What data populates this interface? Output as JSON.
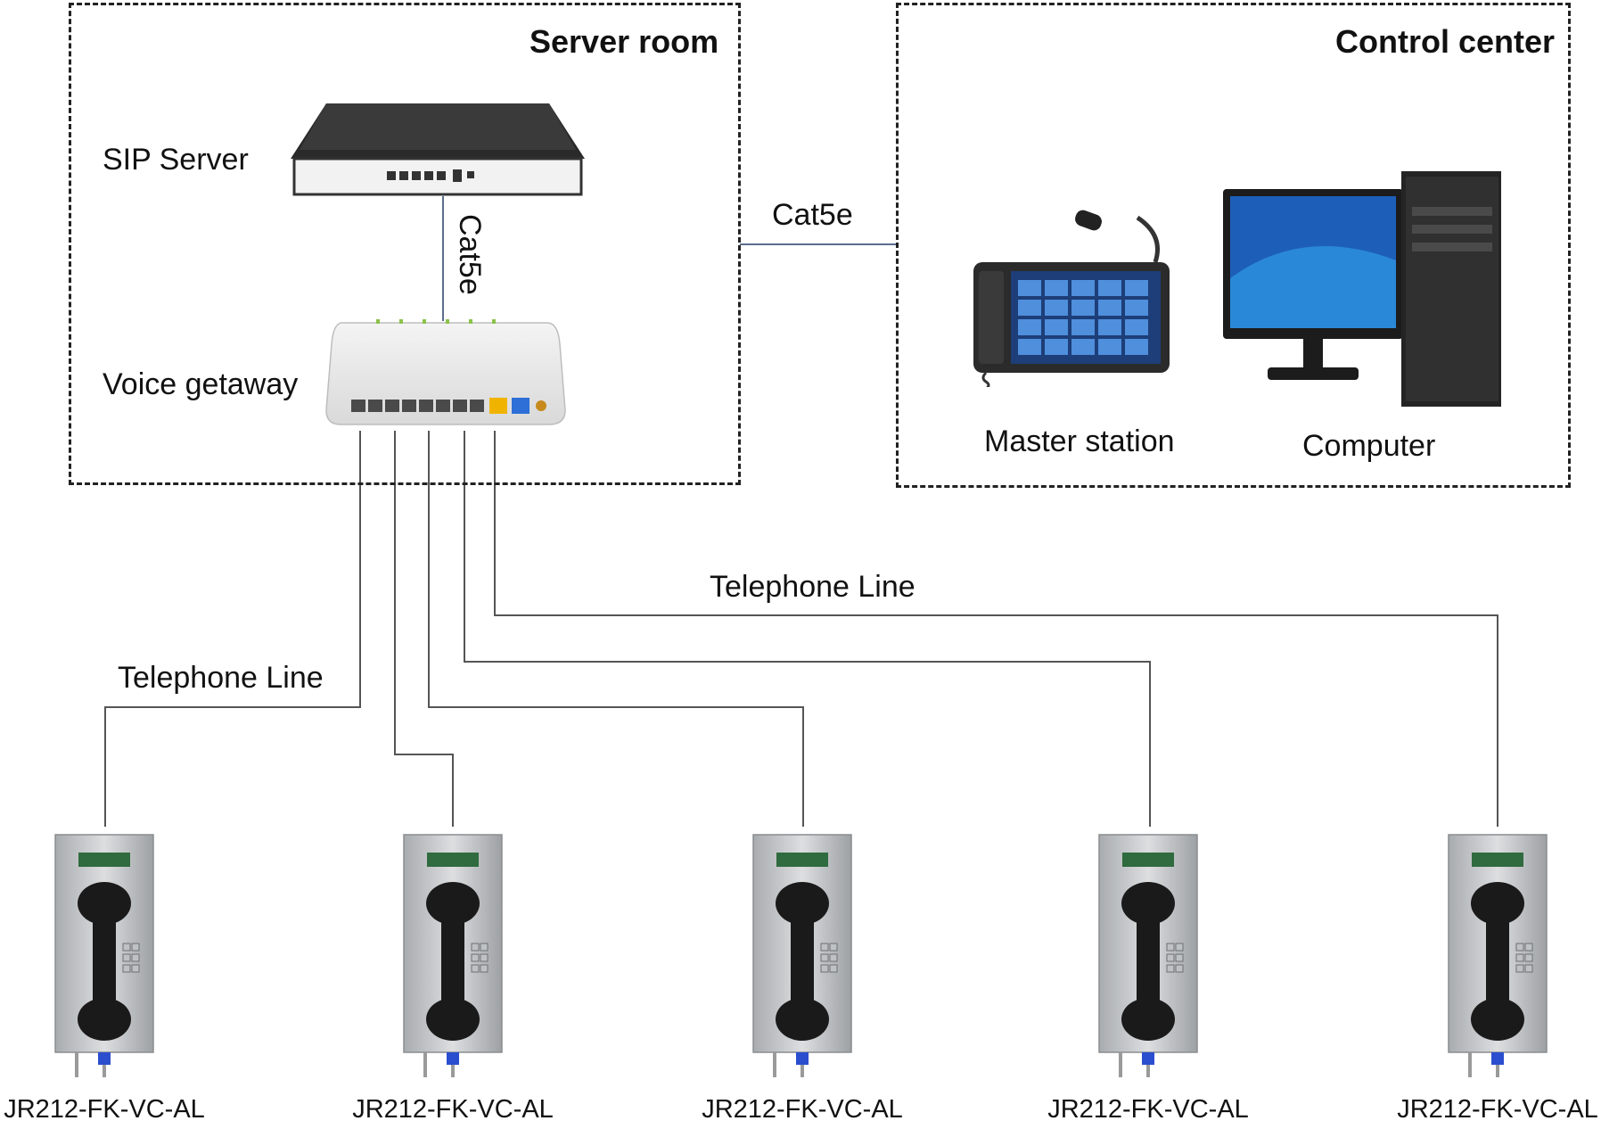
{
  "zones": {
    "server_room": {
      "title": "Server room"
    },
    "control_center": {
      "title": "Control center"
    }
  },
  "devices": {
    "sip_server": {
      "label": "SIP Server",
      "icon": "rack-server-icon"
    },
    "voice_gateway": {
      "label": "Voice getaway",
      "icon": "voice-gateway-icon"
    },
    "master_station": {
      "label": "Master station",
      "icon": "master-station-icon"
    },
    "computer": {
      "label": "Computer",
      "icon": "desktop-computer-icon"
    }
  },
  "links": {
    "server_to_gateway": "Cat5e",
    "server_room_to_control": "Cat5e",
    "telephone_line_left": "Telephone Line",
    "telephone_line_right": "Telephone Line"
  },
  "phones": [
    {
      "model": "JR212-FK-VC-AL"
    },
    {
      "model": "JR212-FK-VC-AL"
    },
    {
      "model": "JR212-FK-VC-AL"
    },
    {
      "model": "JR212-FK-VC-AL"
    },
    {
      "model": "JR212-FK-VC-AL"
    }
  ],
  "colors": {
    "network_line": "#5b6e8c",
    "telephone_line": "#555555",
    "phone_body": "#c8cacc",
    "phone_screen": "#2f6b3e",
    "handset": "#1a1a1a",
    "cable_boot": "#2b4ecf"
  }
}
